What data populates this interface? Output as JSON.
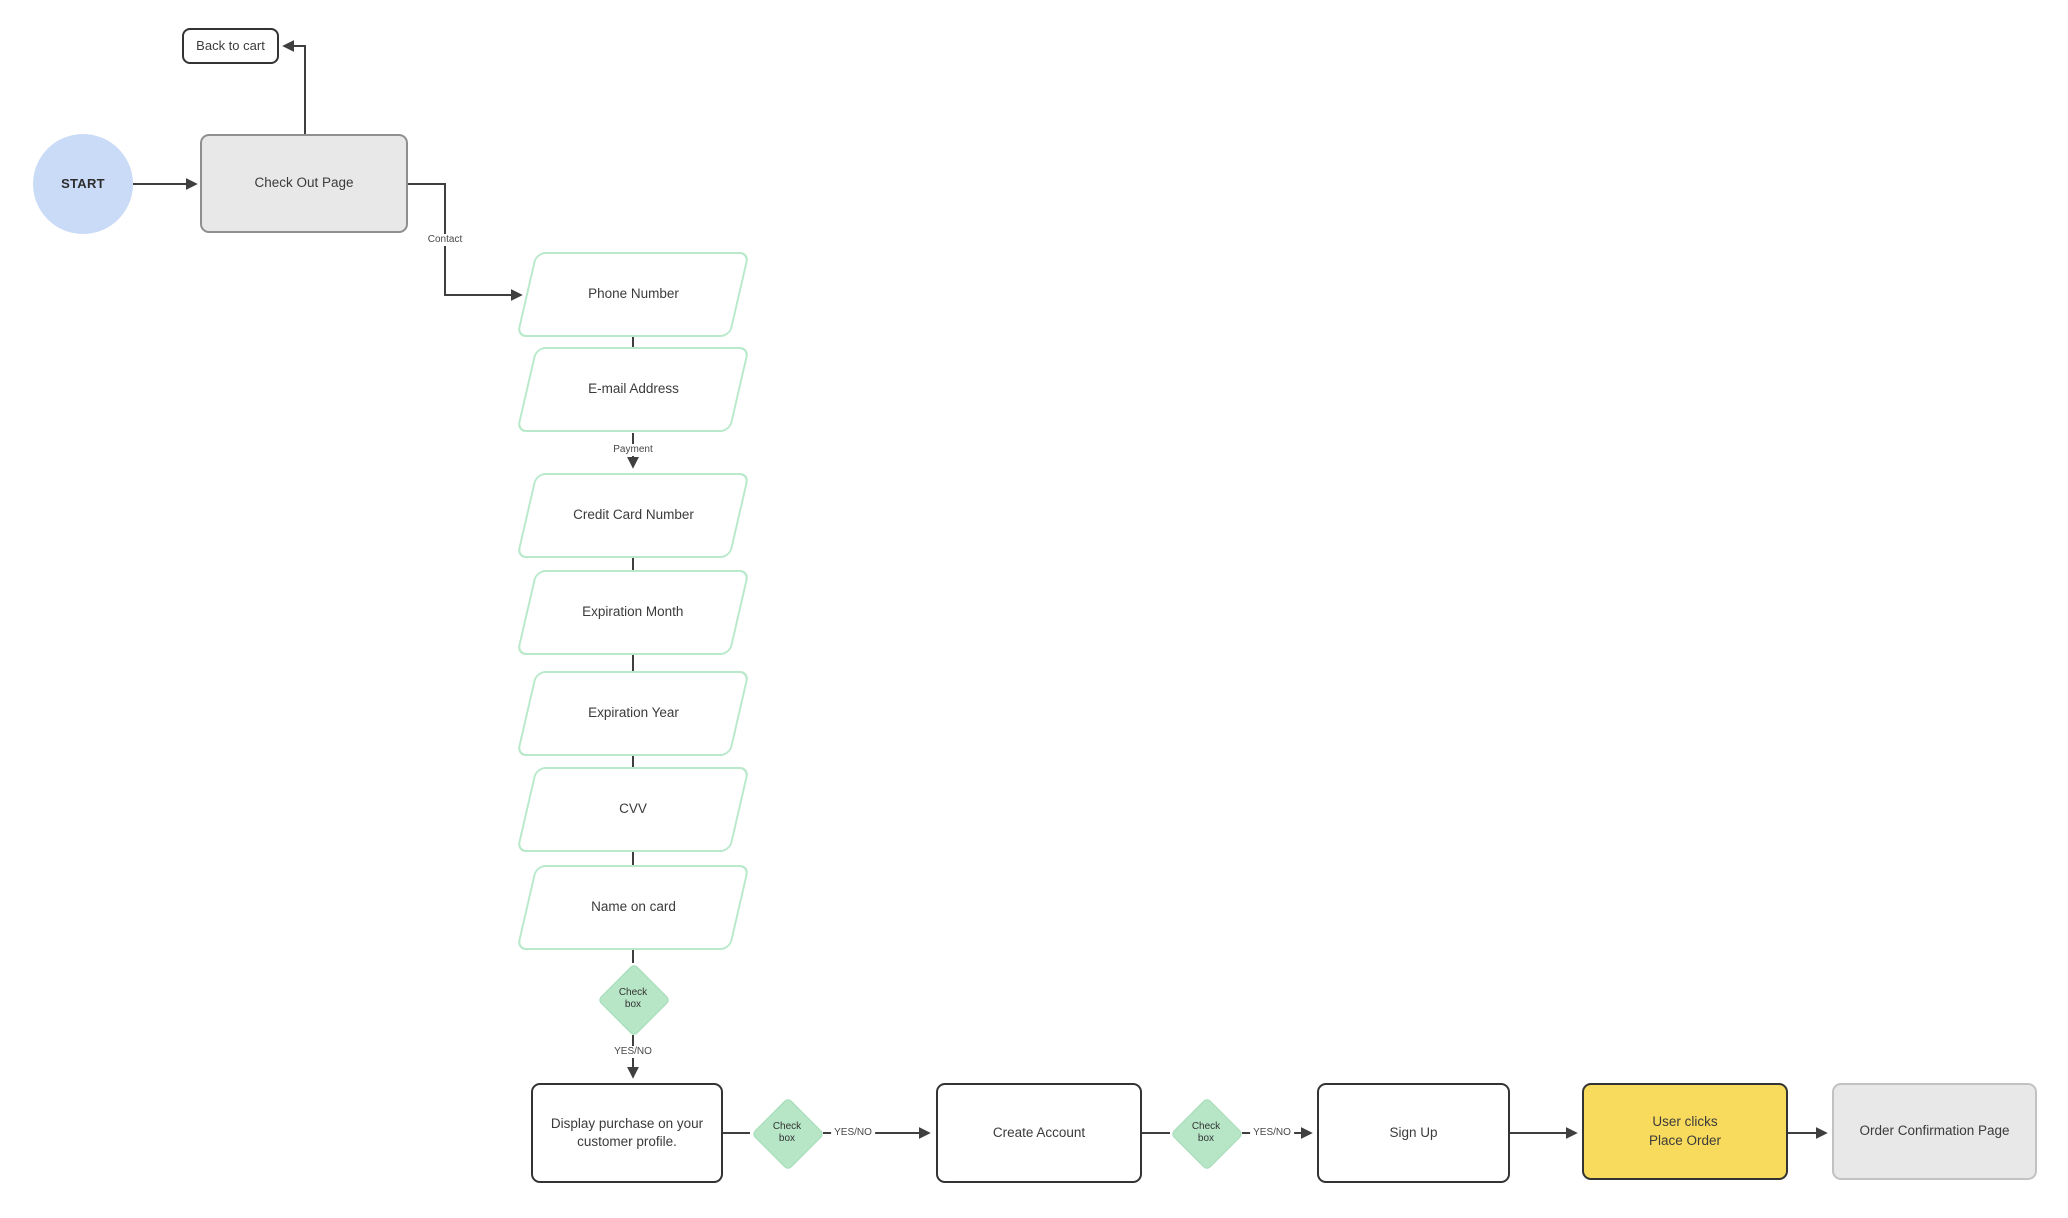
{
  "diagram_type": "flowchart",
  "colors": {
    "start_fill": "#c9dbf7",
    "gray_fill": "#e8e8e8",
    "gray_border": "#8f8f8f",
    "light_gray_border": "#c2c2c2",
    "green_shape_border": "#b9e9cb",
    "diamond_fill": "#b7e6c7",
    "yellow_fill": "#f8da5c",
    "dark_border": "#333333",
    "connector_stroke": "#3f3f3f"
  },
  "nodes": {
    "start": {
      "label": "START",
      "shape": "circle-terminator"
    },
    "back_to_cart": {
      "label": "Back to cart",
      "shape": "rounded-rect"
    },
    "checkout_page": {
      "label": "Check Out Page",
      "shape": "rounded-rect"
    },
    "phone_number": {
      "label": "Phone Number",
      "shape": "parallelogram"
    },
    "email_address": {
      "label": "E-mail Address",
      "shape": "parallelogram"
    },
    "credit_card_number": {
      "label": "Credit Card Number",
      "shape": "parallelogram"
    },
    "expiration_month": {
      "label": "Expiration Month",
      "shape": "parallelogram"
    },
    "expiration_year": {
      "label": "Expiration Year",
      "shape": "parallelogram"
    },
    "cvv": {
      "label": "CVV",
      "shape": "parallelogram"
    },
    "name_on_card": {
      "label": "Name on card",
      "shape": "parallelogram"
    },
    "check_box_1": {
      "label": "Check\nbox",
      "shape": "decision-diamond"
    },
    "display_purchase": {
      "label": "Display purchase on your customer profile.",
      "shape": "rounded-rect"
    },
    "check_box_2": {
      "label": "Check\nbox",
      "shape": "decision-diamond"
    },
    "create_account": {
      "label": "Create Account",
      "shape": "rounded-rect"
    },
    "check_box_3": {
      "label": "Check\nbox",
      "shape": "decision-diamond"
    },
    "sign_up": {
      "label": "Sign Up",
      "shape": "rounded-rect"
    },
    "user_clicks_place_order": {
      "label": "User clicks\nPlace Order",
      "shape": "rounded-rect"
    },
    "order_confirmation_page": {
      "label": "Order Confirmation Page",
      "shape": "rounded-rect"
    }
  },
  "edge_labels": {
    "contact": "Contact",
    "payment": "Payment",
    "yes_no_1": "YES/NO",
    "yes_no_2": "YES/NO",
    "yes_no_3": "YES/NO"
  }
}
